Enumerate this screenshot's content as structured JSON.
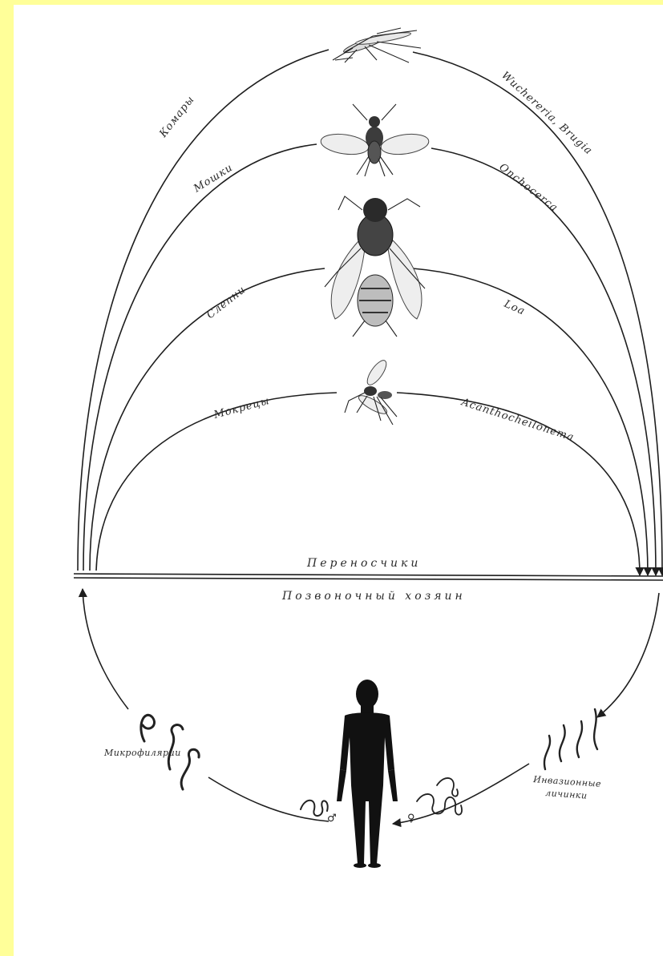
{
  "vectors": {
    "mosquitoes": "Комары",
    "blackflies": "Мошки",
    "horseflies": "Слепни",
    "midges": "Мокрецы"
  },
  "parasites": {
    "wuchereria_brugia": "Wuchereria, Brugia",
    "onchocerca": "Onchocerca",
    "loa": "Loa",
    "acanthocheilonema": "Acanthocheilonema"
  },
  "section_vectors": "Переносчики",
  "section_host": "Позвоночный хозяин",
  "stages": {
    "microfilariae": "Микрофилярии",
    "invasive_larvae_line1": "Инвазионные",
    "invasive_larvae_line2": "личинки",
    "male_symbol": "♂",
    "female_symbol": "♀"
  }
}
